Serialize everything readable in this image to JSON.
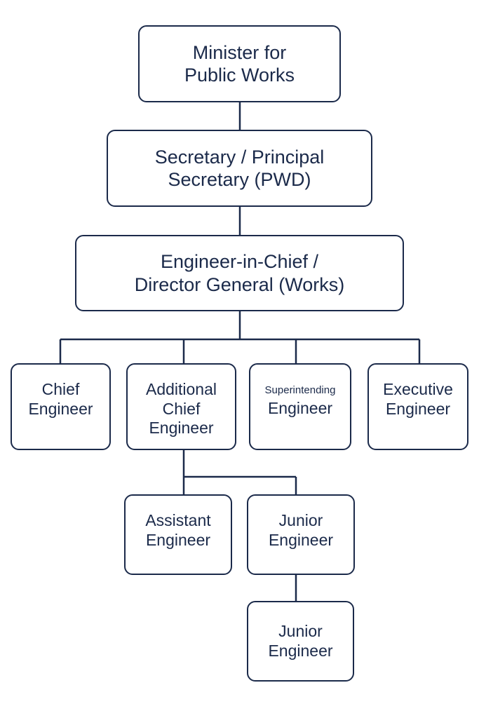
{
  "chart": {
    "nodes": {
      "minister": [
        "Minister for",
        "Public Works"
      ],
      "secretary": [
        "Secretary / Principal",
        "Secretary (PWD)"
      ],
      "eic": [
        "Engineer-in-Chief /",
        "Director General (Works)"
      ],
      "chief": [
        "Chief",
        "Engineer"
      ],
      "additional": [
        "Additional",
        "Chief",
        "Engineer"
      ],
      "superintending": [
        "Superintending",
        "Engineer"
      ],
      "executive": [
        "Executive",
        "Engineer"
      ],
      "assistant": [
        "Assistant",
        "Engineer"
      ],
      "junior1": [
        "Junior",
        "Engineer"
      ],
      "junior2": [
        "Junior",
        "Engineer"
      ]
    },
    "line_color": "#1b2a4a"
  }
}
